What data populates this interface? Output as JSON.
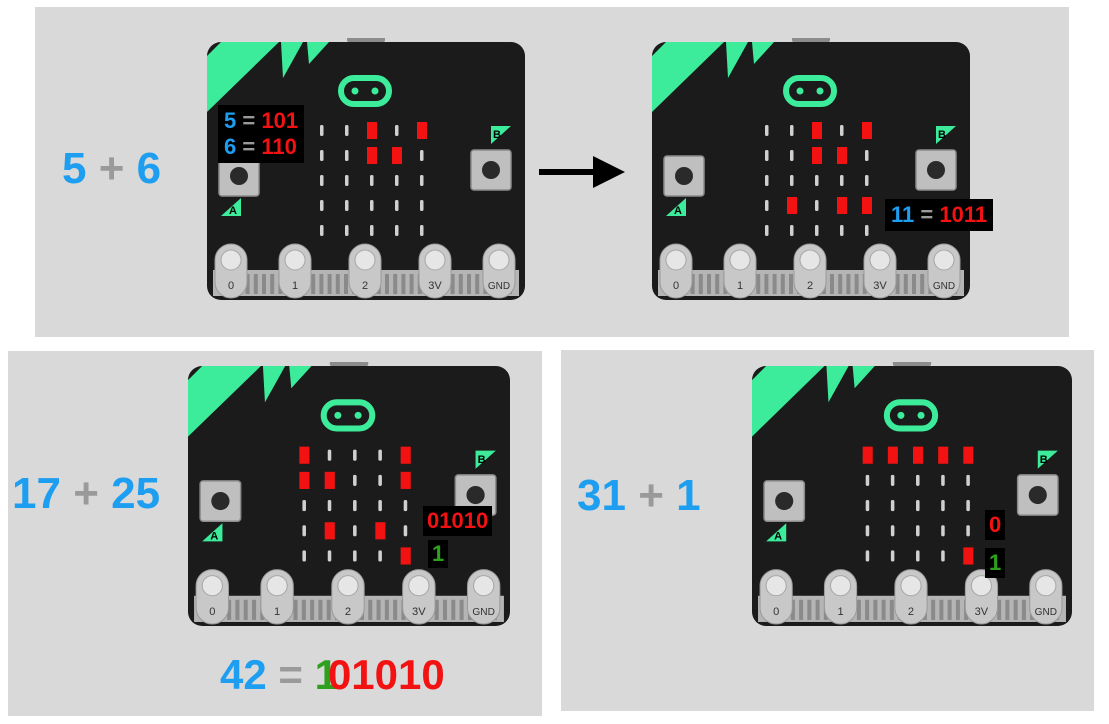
{
  "colors": {
    "panel_bg": "#d9d9d9",
    "board": "#1b1b1b",
    "accent_green": "#3cec9b",
    "led_on": "#f21212",
    "number_blue": "#1e9ef0",
    "operator_grey": "#9a9a9a",
    "carry_green": "#2fa01e"
  },
  "board_labels": {
    "pin0": "0",
    "pin1": "1",
    "pin2": "2",
    "pin3v": "3V",
    "pingnd": "GND",
    "button_a": "A",
    "button_b": "B"
  },
  "example1": {
    "left": "5",
    "op": "+",
    "right": "6",
    "input_lines": [
      {
        "num": "5",
        "eq": "=",
        "bin": "101"
      },
      {
        "num": "6",
        "eq": "=",
        "bin": "110"
      }
    ],
    "before_leds": [
      [
        0,
        0,
        1,
        0,
        1
      ],
      [
        0,
        0,
        1,
        1,
        0
      ],
      [
        0,
        0,
        0,
        0,
        0
      ],
      [
        0,
        0,
        0,
        0,
        0
      ],
      [
        0,
        0,
        0,
        0,
        0
      ]
    ],
    "after_leds": [
      [
        0,
        0,
        1,
        0,
        1
      ],
      [
        0,
        0,
        1,
        1,
        0
      ],
      [
        0,
        0,
        0,
        0,
        0
      ],
      [
        0,
        1,
        0,
        1,
        1
      ],
      [
        0,
        0,
        0,
        0,
        0
      ]
    ],
    "result": {
      "num": "11",
      "eq": "=",
      "bin": "1011"
    }
  },
  "example2": {
    "left": "17",
    "op": "+",
    "right": "25",
    "leds": [
      [
        1,
        0,
        0,
        0,
        1
      ],
      [
        1,
        1,
        0,
        0,
        1
      ],
      [
        0,
        0,
        0,
        0,
        0
      ],
      [
        0,
        1,
        0,
        1,
        0
      ],
      [
        0,
        0,
        0,
        0,
        1
      ]
    ],
    "sum_label": "01010",
    "carry_label": "1",
    "bottom": {
      "num": "42",
      "eq": "=",
      "carry": "1",
      "bin": "01010"
    }
  },
  "example3": {
    "left": "31",
    "op": "+",
    "right": "1",
    "leds": [
      [
        1,
        1,
        1,
        1,
        1
      ],
      [
        0,
        0,
        0,
        0,
        0
      ],
      [
        0,
        0,
        0,
        0,
        0
      ],
      [
        0,
        0,
        0,
        0,
        0
      ],
      [
        0,
        0,
        0,
        0,
        1
      ]
    ],
    "sum_label": "0",
    "carry_label": "1"
  }
}
